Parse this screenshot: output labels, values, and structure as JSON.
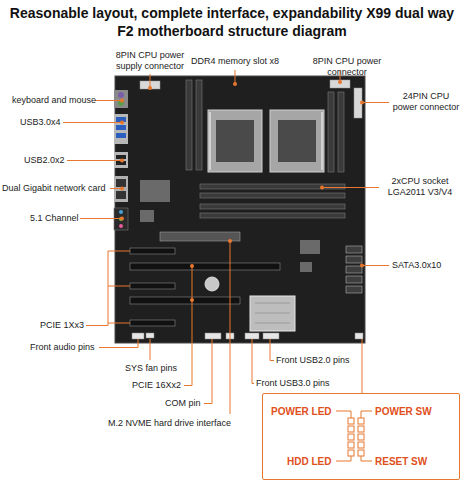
{
  "diagram": {
    "title": "Reasonable layout, complete interface, expandability X99 dual way F2 motherboard structure diagram",
    "nodes": [
      {
        "text": [
          "POWER LED",
          "POWER SW",
          "HDD LED",
          "RESET SW"
        ]
      }
    ],
    "labels": [
      "8PIN CPU power supply connector",
      "DDR4 memory slot x8",
      "8PIN CPU power connector",
      "keyboard and mouse",
      "24PIN CPU power connector",
      "USB3.0x4",
      "USB2.0x2",
      "Dual Gigabit network card",
      "2xCPU socket LGA2011 V3/V4",
      "5.1 Channel",
      "SATA3.0x10",
      "PCIE 1Xx3",
      "Front audio pins",
      "SYS fan pins",
      "PCIE 16Xx2",
      "Front USB2.0 pins",
      "Front USB3.0 pins",
      "COM pin",
      "M.2 NVME hard drive interface"
    ]
  }
}
